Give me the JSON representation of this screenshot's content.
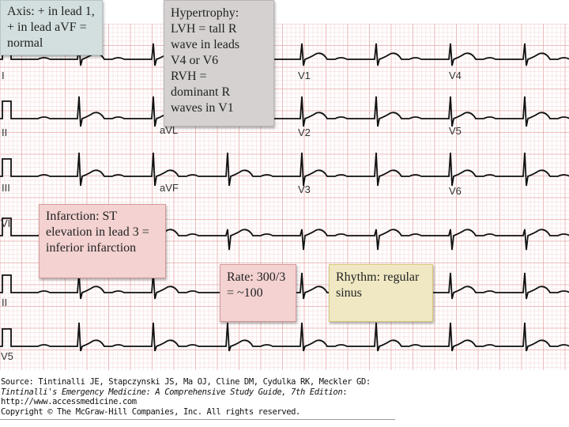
{
  "annotations": {
    "axis": "Axis: + in lead 1, + in lead aVF = normal",
    "hypertrophy": [
      "Hypertrophy:",
      "LVH = tall R",
      "wave in leads",
      "V4 or V6",
      "RVH =",
      "dominant R",
      "waves in V1"
    ],
    "infarction": "Infarction: ST elevation in lead 3 = inferior infarction",
    "rate": "Rate: 300/3 = ~100",
    "rhythm": "Rhythm: regular sinus"
  },
  "leads": {
    "I": "I",
    "II": "II",
    "III": "III",
    "aVL": "aVL",
    "aVF": "aVF",
    "V1": "V1",
    "V2": "V2",
    "V3": "V3",
    "V4": "V4",
    "V5": "V5",
    "V6": "V6",
    "rhythm1": "VI",
    "rhythm2": "II",
    "rhythm3": "V5"
  },
  "colors": {
    "grid_minor": "#f3d4d4",
    "grid_major": "#e8a9a9",
    "trace": "#111111"
  },
  "source": {
    "line1": "Source: Tintinalli JE, Stapczynski JS, Ma OJ, Cline DM, Cydulka RK, Meckler GD:",
    "line2": "Tintinalli's Emergency Medicine: A Comprehensive Study Guide, 7th Edition",
    "line2_suffix": ":",
    "line3": "http://www.accessmedicine.com",
    "line4": "Copyright © The McGraw-Hill Companies, Inc. All rights reserved."
  }
}
